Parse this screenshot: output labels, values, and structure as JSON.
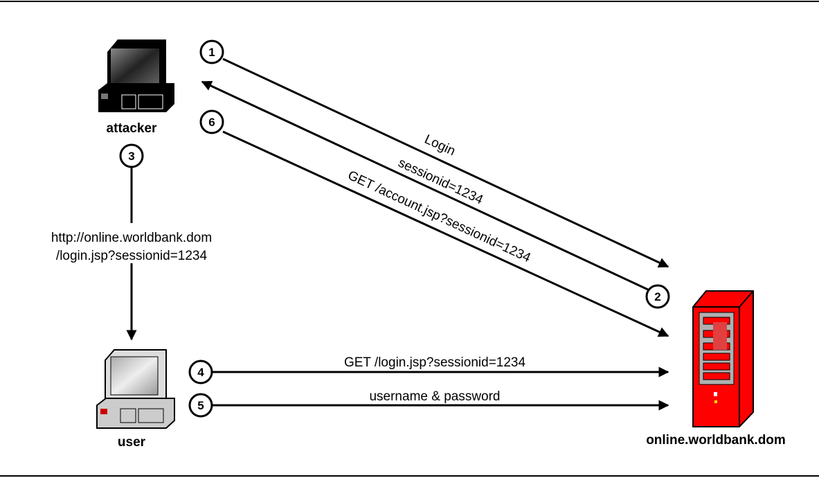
{
  "nodes": {
    "attacker": "attacker",
    "user": "user",
    "server": "online.worldbank.dom"
  },
  "steps": {
    "s1": {
      "num": "1",
      "label": "Login"
    },
    "s2": {
      "num": "2",
      "label": "sessionid=1234"
    },
    "s3": {
      "num": "3",
      "label_line1": "http://online.worldbank.dom",
      "label_line2": "/login.jsp?sessionid=1234"
    },
    "s4": {
      "num": "4",
      "label": "GET /login.jsp?sessionid=1234"
    },
    "s5": {
      "num": "5",
      "label": "username & password"
    },
    "s6": {
      "num": "6",
      "label": "GET /account.jsp?sessionid=1234"
    }
  },
  "colors": {
    "server": "#ff0000",
    "line": "#000000"
  }
}
